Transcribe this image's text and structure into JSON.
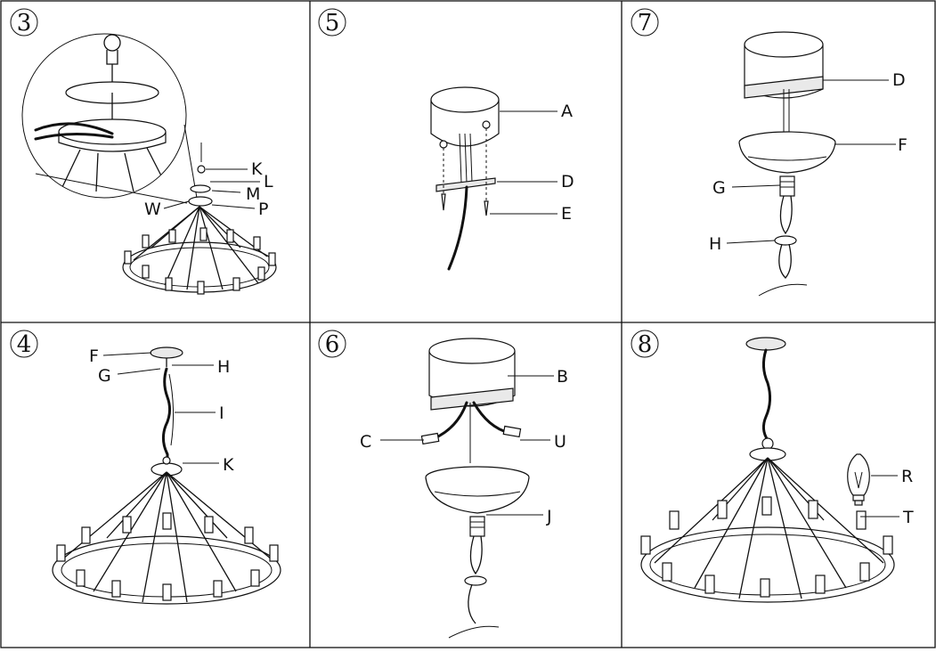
{
  "steps": [
    {
      "number": "3",
      "labels": [
        "K",
        "L",
        "M",
        "W",
        "P"
      ]
    },
    {
      "number": "5",
      "labels": [
        "A",
        "D",
        "E"
      ]
    },
    {
      "number": "7",
      "labels": [
        "D",
        "F",
        "G",
        "H"
      ]
    },
    {
      "number": "4",
      "labels": [
        "F",
        "G",
        "H",
        "I",
        "K"
      ]
    },
    {
      "number": "6",
      "labels": [
        "B",
        "C",
        "U",
        "J"
      ]
    },
    {
      "number": "8",
      "labels": [
        "R",
        "T"
      ]
    }
  ]
}
